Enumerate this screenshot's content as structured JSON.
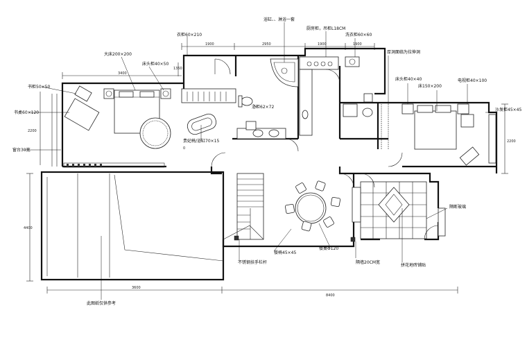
{
  "annotations": {
    "bath_unit": "浴缸、、淋浴一套",
    "cabinet_top": "衣柜60×210",
    "kitchen_counter": "厨房柜，吊柜L18CM",
    "laundry": "洗衣柜60×60",
    "toilet_note": "厚洞面临为拉伸洞",
    "desk_right": "床头柜40×40",
    "bed_right": "床150×200",
    "tv_cabinet_right": "电视柜40×100",
    "sofa_right": "沙发柜45×45",
    "bed_left": "大床200×200",
    "nightstand_left": "床头柜40×50",
    "bookcase_left": "书柜50×50",
    "chaise": "书桌60×120",
    "window_left": "窗台30宽",
    "dressing": "浴柜62×72",
    "tub_left": "贵妃椅/浴缸70×15",
    "stair_note": "不锈钢扶手栏杆",
    "dining_chair": "餐椅45×45",
    "dining_table": "餐桌Φ120",
    "wall_shelf": "隔墙20CM宽",
    "parquet": "拼花地砖铺贴",
    "glass": "隔断玻璃",
    "garage": "此图纸仅供参考"
  },
  "dimensions": {
    "top_1": "1900",
    "top_2": "2950",
    "top_3": "1900",
    "top_4": "1900",
    "left_span": "3400",
    "left_small": "1350",
    "left_height": "2200",
    "right_height": "2200",
    "bottom_left": "3600",
    "bottom_right": "8400",
    "left_lower_height": "4400",
    "extra_zero": "0"
  }
}
